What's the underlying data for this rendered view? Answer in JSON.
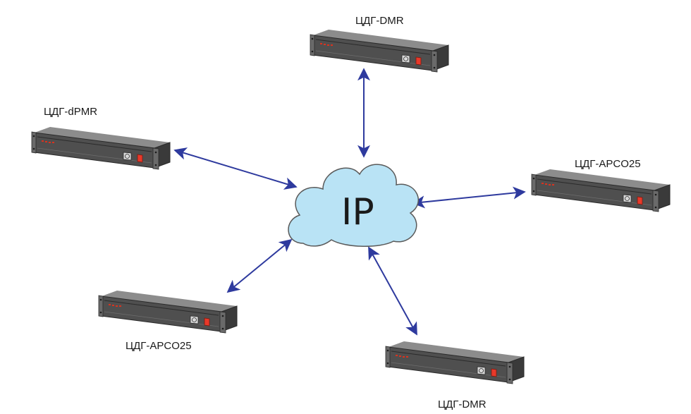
{
  "center": {
    "label": "IP",
    "fill": "#b9e3f5",
    "stroke": "#5a5a5a"
  },
  "colors": {
    "arrow": "#2e3a9e",
    "device_body": "#4a4a4a",
    "device_face": "#5b5b5b",
    "device_dark": "#2b2b2b",
    "led": "#d8331f",
    "switch": "#e8392a"
  },
  "devices": [
    {
      "id": "top",
      "label": "ЦДГ-DMR"
    },
    {
      "id": "left",
      "label": "ЦДГ-dPMR"
    },
    {
      "id": "right",
      "label": "ЦДГ-APCO25"
    },
    {
      "id": "bottom-left",
      "label": "ЦДГ-APCO25"
    },
    {
      "id": "bottom",
      "label": "ЦДГ-DMR"
    }
  ]
}
